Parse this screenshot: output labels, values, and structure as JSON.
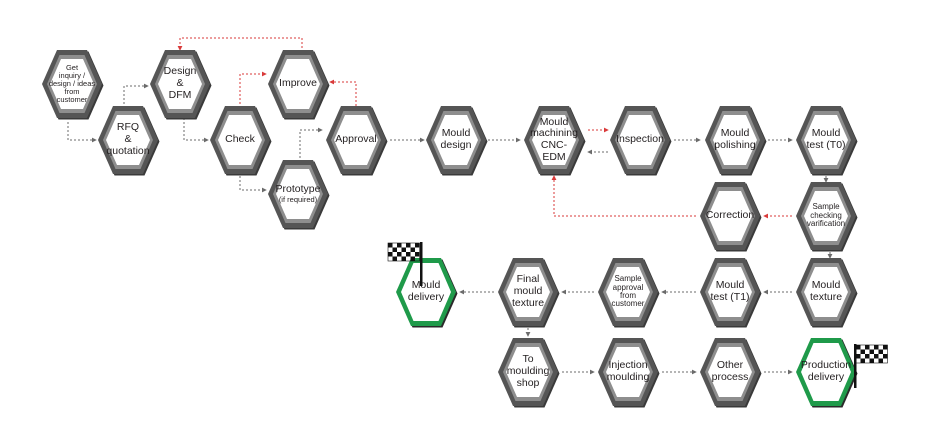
{
  "nodes": [
    {
      "id": "inquiry",
      "lines": [
        "Get",
        "inquiry /",
        "design / ideas",
        "from",
        "customer"
      ],
      "small": true
    },
    {
      "id": "rfq",
      "lines": [
        "RFQ",
        "&",
        "quotation"
      ]
    },
    {
      "id": "design-dfm",
      "lines": [
        "Design",
        "&",
        "DFM"
      ]
    },
    {
      "id": "check",
      "lines": [
        "Check"
      ]
    },
    {
      "id": "improve",
      "lines": [
        "Improve"
      ]
    },
    {
      "id": "prototype",
      "lines": [
        "Prototype"
      ],
      "sub": "(if required)"
    },
    {
      "id": "approval",
      "lines": [
        "Approval"
      ]
    },
    {
      "id": "mould-design",
      "lines": [
        "Mould",
        "design"
      ]
    },
    {
      "id": "mould-machining",
      "lines": [
        "Mould",
        "machining",
        "CNC-",
        "EDM"
      ]
    },
    {
      "id": "inspection",
      "lines": [
        "Inspection"
      ]
    },
    {
      "id": "mould-polishing",
      "lines": [
        "Mould",
        "polishing"
      ]
    },
    {
      "id": "mould-test-t0",
      "lines": [
        "Mould",
        "test (T0)"
      ]
    },
    {
      "id": "sample-checking",
      "lines": [
        "Sample",
        "checking",
        "varification"
      ],
      "small": true,
      "smallBig": true
    },
    {
      "id": "correction",
      "lines": [
        "Correction"
      ]
    },
    {
      "id": "mould-texture",
      "lines": [
        "Mould",
        "texture"
      ]
    },
    {
      "id": "mould-test-t1",
      "lines": [
        "Mould",
        "test (T1)"
      ]
    },
    {
      "id": "sample-approval",
      "lines": [
        "Sample",
        "approval",
        "from",
        "customer"
      ],
      "small": true,
      "smallBig": true
    },
    {
      "id": "final-mould-texture",
      "lines": [
        "Final",
        "mould",
        "texture"
      ]
    },
    {
      "id": "mould-delivery",
      "lines": [
        "Mould",
        "delivery"
      ],
      "accent": true
    },
    {
      "id": "to-moulding-shop",
      "lines": [
        "To",
        "moulding",
        "shop"
      ]
    },
    {
      "id": "injection-moulding",
      "lines": [
        "Injection",
        "moulding"
      ]
    },
    {
      "id": "other-process",
      "lines": [
        "Other",
        "process"
      ]
    },
    {
      "id": "production-delivery",
      "lines": [
        "Production",
        "delivery"
      ],
      "accent": true
    }
  ],
  "colors": {
    "hex_outer": "#555555",
    "hex_inner": "#8e8e8e",
    "accent": "#1f9a4a",
    "connector": "#6b6b6b",
    "feedback": "#d93a3a",
    "text": "#231f20"
  },
  "flags": [
    "finish-flag-mould-delivery",
    "finish-flag-production-delivery"
  ]
}
